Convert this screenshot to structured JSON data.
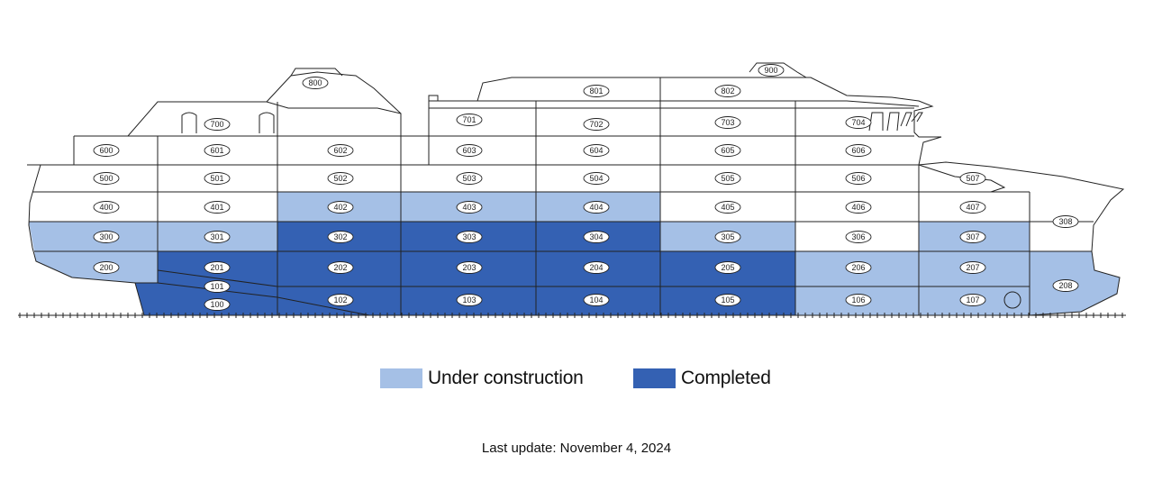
{
  "colors": {
    "under_construction": "#a5c0e6",
    "completed": "#3461b3",
    "outline": "#222222",
    "background": "#ffffff"
  },
  "legend": {
    "under_construction": "Under construction",
    "completed": "Completed"
  },
  "footer": {
    "last_update": "Last update: November 4, 2024"
  },
  "blocks": {
    "under_construction": [
      "402",
      "403",
      "404",
      "300",
      "301",
      "305",
      "307",
      "200",
      "206",
      "207",
      "208",
      "106",
      "107"
    ],
    "completed": [
      "302",
      "303",
      "304",
      "201",
      "202",
      "203",
      "204",
      "205",
      "101",
      "100",
      "102",
      "103",
      "104",
      "105"
    ],
    "not_started": [
      "800",
      "900",
      "801",
      "802",
      "700",
      "701",
      "702",
      "703",
      "704",
      "600",
      "601",
      "602",
      "603",
      "604",
      "605",
      "606",
      "500",
      "501",
      "502",
      "503",
      "504",
      "505",
      "506",
      "507",
      "400",
      "401",
      "405",
      "406",
      "407",
      "306",
      "308"
    ]
  }
}
